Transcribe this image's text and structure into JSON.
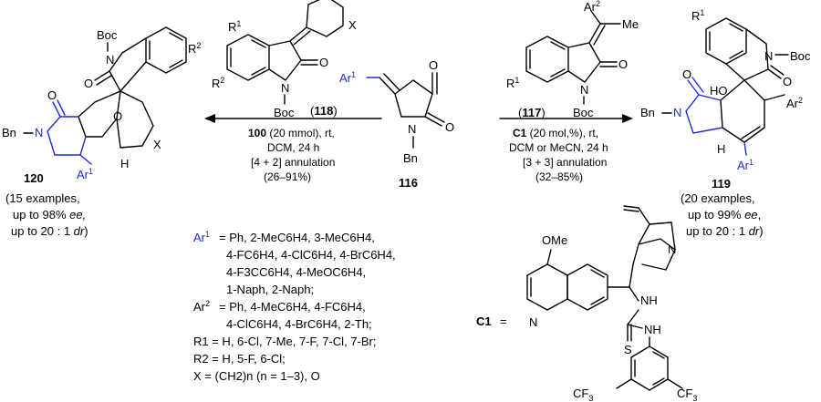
{
  "left_arrow": {
    "catalyst": "100",
    "catalyst_detail": " (20 mmol), rt,",
    "line2": "DCM, 24 h",
    "line3": "[4 + 2] annulation",
    "yield": "(26–91%)"
  },
  "right_arrow": {
    "catalyst": "C1",
    "catalyst_detail": " (20 mol,%), rt,",
    "line2": "DCM or MeCN, 24 h",
    "line3": "[3 + 3] annulation",
    "yield": "(32–85%)"
  },
  "reagents": {
    "left_label": "118",
    "right_label": "117",
    "center_label": "116"
  },
  "products": {
    "left": {
      "label": "120",
      "info1": "(15 examples,",
      "info2a": "up to 98% ",
      "info2b": "ee,",
      "info3a": "up to 20 : 1 ",
      "info3b": "dr",
      "info3c": ")"
    },
    "right": {
      "label": "119",
      "info1": "(20 examples,",
      "info2a": "up to 99% ",
      "info2b": "ee",
      "info2c": ",",
      "info3a": "up to 20 : 1 ",
      "info3b": "dr",
      "info3c": ")"
    }
  },
  "atoms": {
    "boc": "Boc",
    "bn": "Bn",
    "me": "Me",
    "ome": "OMe",
    "n": "N",
    "o": "O",
    "x": "X",
    "h": "H",
    "ho": "HO",
    "nh": "NH",
    "s": "S",
    "cf3": "CF3"
  },
  "substituents": {
    "ar1_label": "Ar1",
    "ar1_lines": [
      "= Ph, 2-MeC6H4, 3-MeC6H4,",
      "4-FC6H4, 4-ClC6H4, 4-BrC6H4,",
      "4-F3CC6H4, 4-MeOC6H4,",
      "1-Naph, 2-Naph;"
    ],
    "ar2_label": "Ar2",
    "ar2_lines": [
      "= Ph, 4-MeC6H4, 4-FC6H4,",
      "4-ClC6H4, 4-BrC6H4, 2-Th;"
    ],
    "r1_line": "R1 = H, 6-Cl, 7-Me, 7-F, 7-Cl, 7-Br;",
    "r2_line": "R2 = H, 5-F, 6-Cl;",
    "x_line": "X = (CH2)n (n = 1–3), O"
  },
  "catalyst_c1": {
    "label": "C1",
    "eq": "="
  },
  "colors": {
    "accent_blue": "#1f2bd6",
    "text": "#000000"
  }
}
